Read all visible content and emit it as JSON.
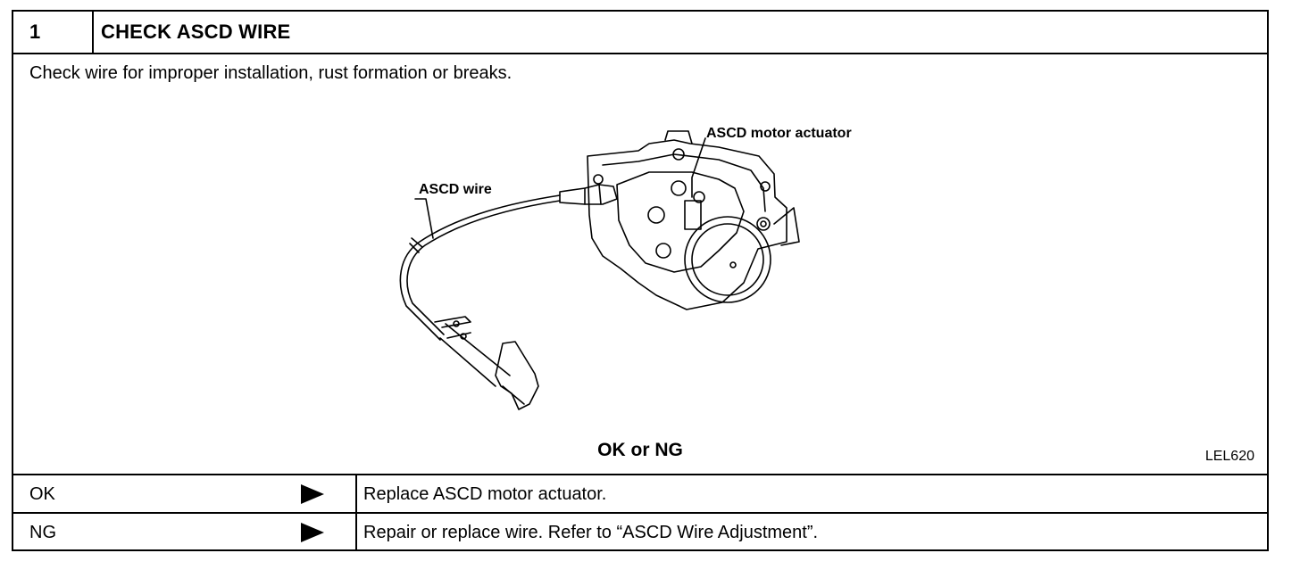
{
  "header": {
    "step_number": "1",
    "title": "CHECK ASCD WIRE"
  },
  "instruction": "Check wire for improper installation, rust formation or breaks.",
  "figure": {
    "label_actuator": "ASCD motor actuator",
    "label_wire": "ASCD wire",
    "figure_id": "LEL620"
  },
  "result_prompt": "OK or NG",
  "outcomes": [
    {
      "code": "OK",
      "action": "Replace ASCD motor actuator."
    },
    {
      "code": "NG",
      "action": "Repair or replace wire. Refer to “ASCD Wire Adjustment”."
    }
  ],
  "icons": {
    "result_arrow": "right-triangle-arrow-icon"
  }
}
